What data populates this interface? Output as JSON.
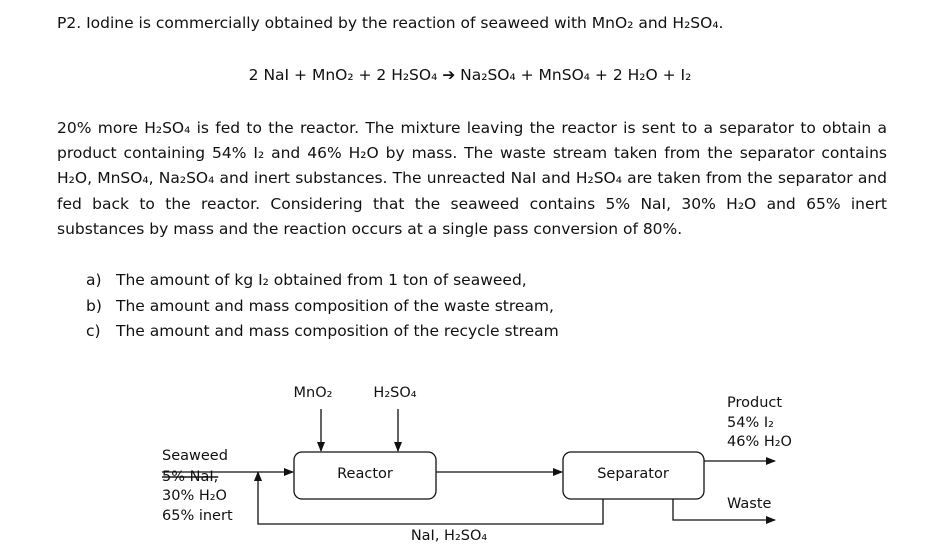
{
  "problem": {
    "title": "P2. Iodine is commercially obtained by the reaction of seaweed with MnO₂ and H₂SO₄.",
    "equation": "2 NaI + MnO₂ + 2 H₂SO₄ ➔ Na₂SO₄ + MnSO₄ + 2 H₂O + I₂",
    "paragraph": "20% more H₂SO₄ is fed to the reactor. The mixture leaving the reactor is sent to a separator to obtain a product containing 54% I₂ and 46% H₂O by mass. The waste stream taken from the separator contains H₂O, MnSO₄, Na₂SO₄ and inert substances. The unreacted NaI and H₂SO₄ are taken from the separator and fed back to the reactor. Considering that the seaweed contains 5% NaI, 30% H₂O and 65% inert substances by mass and the reaction occurs at a single pass conversion of 80%.",
    "questions": [
      {
        "letter": "a)",
        "text": "The amount of kg I₂ obtained from 1 ton of seaweed,"
      },
      {
        "letter": "b)",
        "text": "The amount and mass composition of the waste stream,"
      },
      {
        "letter": "c)",
        "text": "The amount and mass composition of the recycle stream"
      }
    ]
  },
  "diagram": {
    "reactor_label": "Reactor",
    "separator_label": "Separator",
    "mno2_label": "MnO₂",
    "h2so4_label": "H₂SO₄",
    "seaweed": {
      "title": "Seaweed",
      "line1": "5% NaI,",
      "line2": "30% H₂O",
      "line3": "65% inert"
    },
    "product": {
      "title": "Product",
      "line1": "54% I₂",
      "line2": "46% H₂O"
    },
    "waste_label": "Waste",
    "recycle_label": "NaI, H₂SO₄"
  }
}
